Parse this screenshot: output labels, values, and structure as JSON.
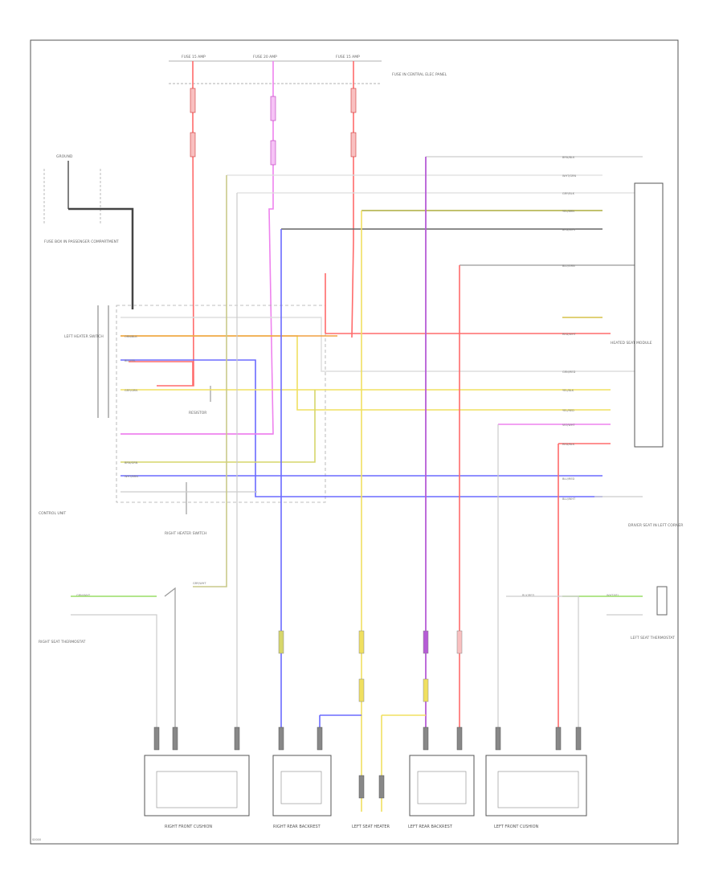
{
  "diagram_code": "S0000",
  "components": {
    "fuse_a": "FUSE 15 AMP",
    "fuse_b": "FUSE 20 AMP",
    "fuse_c": "FUSE 15 AMP",
    "fuse_note": "FUSE IN CENTRAL ELEC PANEL",
    "ground_top": "GROUND",
    "fuse_box_note": "FUSE BOX IN PASSENGER COMPARTMENT",
    "control_unit": "CONTROL UNIT",
    "left_heater_switch": "LEFT HEATER SWITCH",
    "right_heater_switch": "RIGHT HEATER SWITCH",
    "resistor": "RESISTOR",
    "heated_seat_module": "HEATED SEAT MODULE",
    "driver_seat_note": "DRIVER SEAT IN LEFT CORNER",
    "right_thermostat": "RIGHT SEAT THERMOSTAT",
    "left_thermostat": "LEFT SEAT THERMOSTAT",
    "rf_cushion": "RIGHT FRONT CUSHION",
    "rr_backrest": "RIGHT REAR BACKREST",
    "left_seat_heater": "LEFT SEAT HEATER",
    "lr_backrest": "LEFT REAR BACKREST",
    "lf_cushion": "LEFT FRONT CUSHION"
  },
  "wire_labels": {
    "w1": "BRN/BLK",
    "w2": "WHT/GRN",
    "w3": "GRY/BLK",
    "w4": "YEL/BRN",
    "w5": "BRN/WHT",
    "w6": "BLU/GRN",
    "w7": "YEL/BLK",
    "w8": "RED/WHT",
    "w9": "GRN/RED",
    "w10": "BLU/RED",
    "w11": "ORN/BLK",
    "w12": "BLU/YEL",
    "w13": "YEL/RED",
    "w14": "GRN/WHT",
    "w15": "RED/BLK",
    "w16": "BLU/WHT",
    "w17": "VIO/WHT",
    "w18": "GRY/GRN",
    "w19": "BRN/GRN",
    "w20": "WHT/BRN",
    "w21": "GRY/WHT",
    "w22": "BLK/RED",
    "w23": "WHT/YEL"
  }
}
